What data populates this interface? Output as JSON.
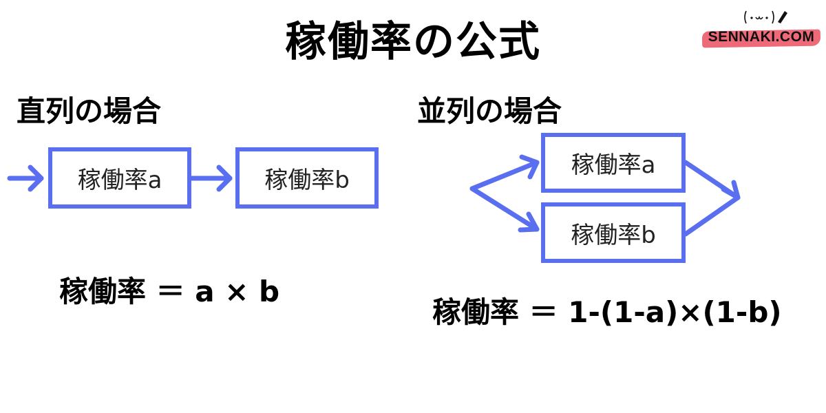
{
  "title": "稼働率の公式",
  "logo": {
    "text": "SENNAKI.COM",
    "face": "(･ω･)"
  },
  "series": {
    "heading": "直列の場合",
    "box_a": "稼働率a",
    "box_b": "稼働率b",
    "formula": "稼働率 ＝ a × b"
  },
  "parallel": {
    "heading": "並列の場合",
    "box_a": "稼働率a",
    "box_b": "稼働率b",
    "formula": "稼働率 ＝ 1-(1-a)×(1-b)"
  },
  "colors": {
    "accent": "#5a6ef0",
    "logo_band": "#ef6a78"
  }
}
